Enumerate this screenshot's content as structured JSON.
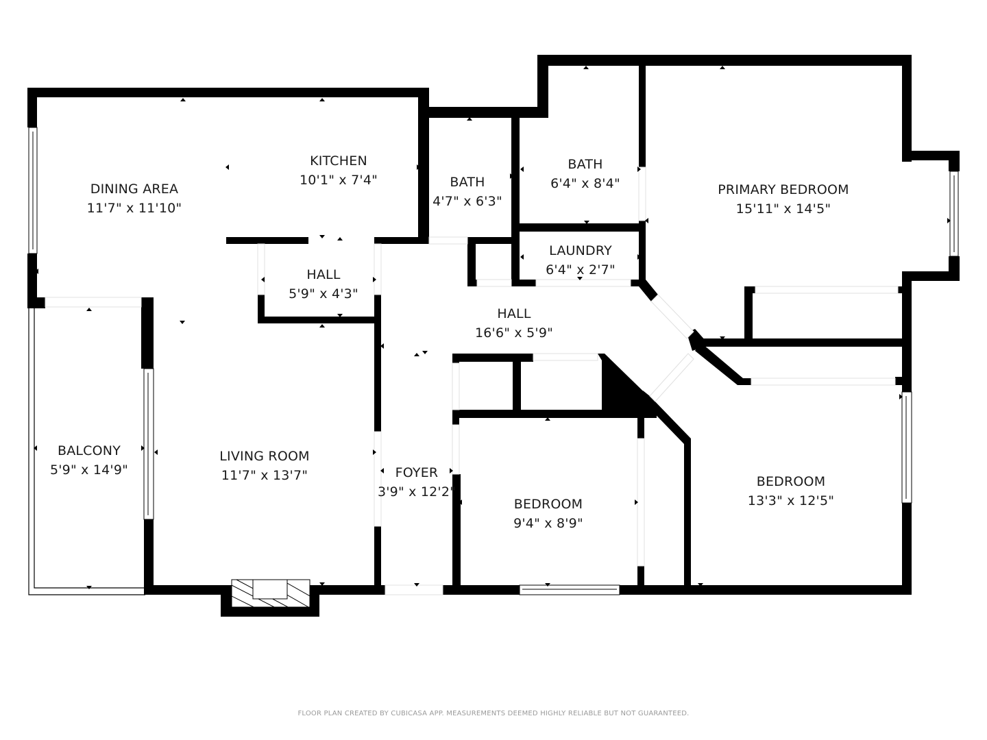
{
  "floor_plan": {
    "rooms": [
      {
        "id": "dining-area",
        "name": "DINING AREA",
        "dims": "11'7\" x 11'10\""
      },
      {
        "id": "kitchen",
        "name": "KITCHEN",
        "dims": "10'1\" x 7'4\""
      },
      {
        "id": "bath-small",
        "name": "BATH",
        "dims": "4'7\" x 6'3\""
      },
      {
        "id": "bath-large",
        "name": "BATH",
        "dims": "6'4\" x 8'4\""
      },
      {
        "id": "primary-bedroom",
        "name": "PRIMARY BEDROOM",
        "dims": "15'11\" x 14'5\""
      },
      {
        "id": "hall-small",
        "name": "HALL",
        "dims": "5'9\" x 4'3\""
      },
      {
        "id": "laundry",
        "name": "LAUNDRY",
        "dims": "6'4\" x 2'7\""
      },
      {
        "id": "hall-main",
        "name": "HALL",
        "dims": "16'6\" x 5'9\""
      },
      {
        "id": "balcony",
        "name": "BALCONY",
        "dims": "5'9\" x 14'9\""
      },
      {
        "id": "living-room",
        "name": "LIVING ROOM",
        "dims": "11'7\" x 13'7\""
      },
      {
        "id": "foyer",
        "name": "FOYER",
        "dims": "3'9\" x 12'2\""
      },
      {
        "id": "bedroom-small",
        "name": "BEDROOM",
        "dims": "9'4\" x 8'9\""
      },
      {
        "id": "bedroom-large",
        "name": "BEDROOM",
        "dims": "13'3\" x 12'5\""
      }
    ],
    "icons": {
      "fireplace": "fireplace-icon",
      "windows": "window-icon",
      "doors": "door-opening-icon"
    },
    "colors": {
      "wall": "#000000",
      "background": "#ffffff",
      "footer_text": "#9a9a9a"
    }
  },
  "footer": {
    "disclaimer": "FLOOR PLAN CREATED BY CUBICASA APP. MEASUREMENTS DEEMED HIGHLY RELIABLE BUT NOT GUARANTEED."
  }
}
